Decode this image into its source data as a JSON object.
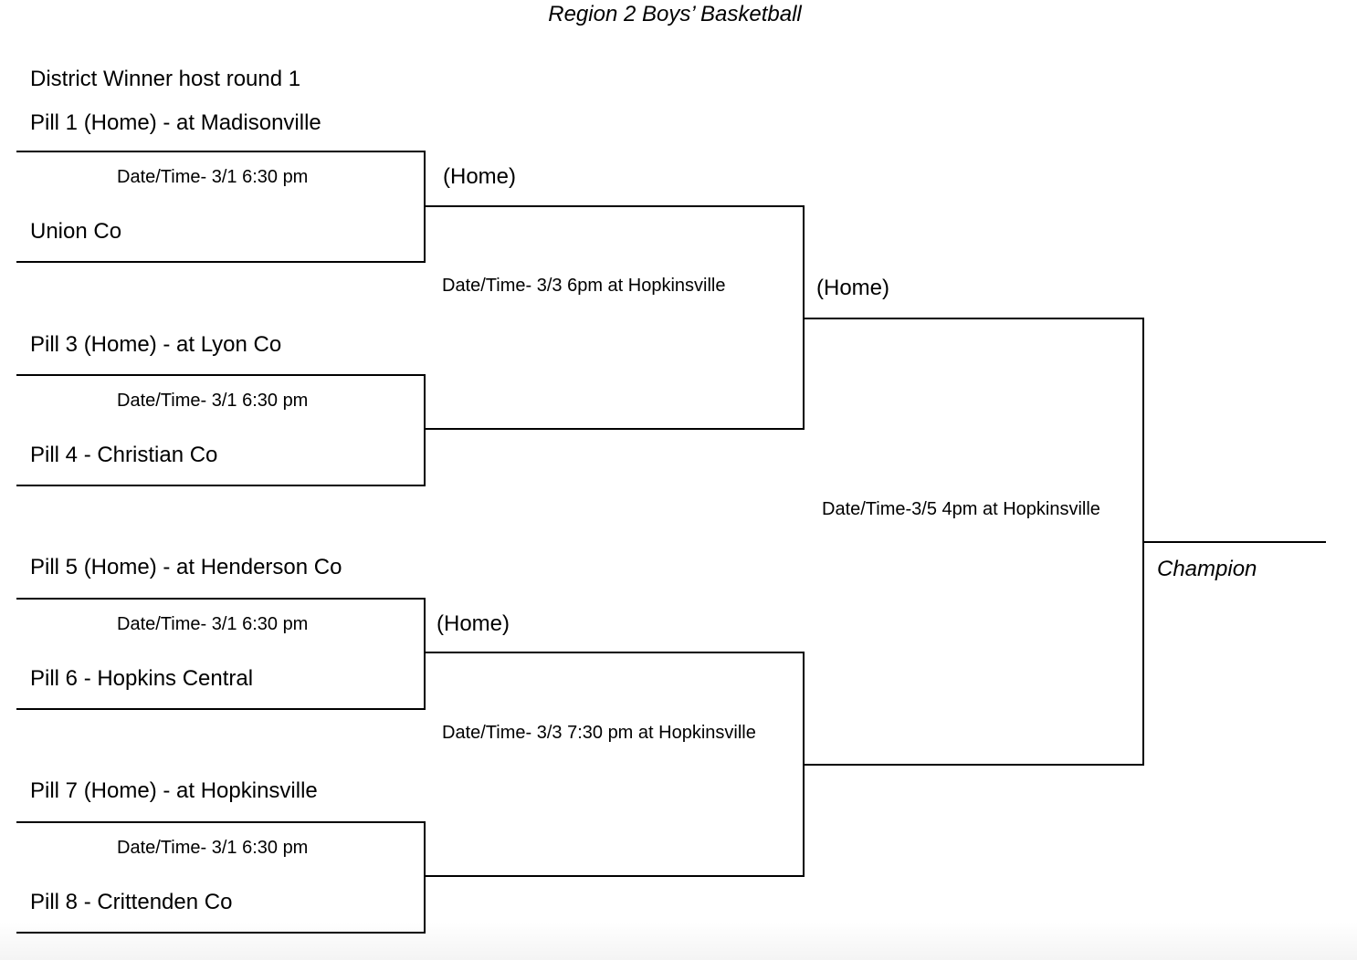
{
  "title": "Region 2 Boys’ Basketball",
  "heading": "District Winner host round 1",
  "round1": [
    {
      "home": "Pill 1 (Home) - at Madisonville",
      "datetime": "Date/Time- 3/1 6:30 pm",
      "away": "Union Co"
    },
    {
      "home": "Pill 3 (Home) - at Lyon Co",
      "datetime": "Date/Time- 3/1 6:30 pm",
      "away": "Pill 4 - Christian Co"
    },
    {
      "home": "Pill 5 (Home) - at Henderson Co",
      "datetime": "Date/Time- 3/1 6:30 pm",
      "away": "Pill 6 - Hopkins Central"
    },
    {
      "home": "Pill 7 (Home) - at Hopkinsville",
      "datetime": "Date/Time- 3/1 6:30 pm",
      "away": "Pill 8 - Crittenden Co"
    }
  ],
  "semifinals": [
    {
      "home_label": "(Home)",
      "datetime": "Date/Time- 3/3 6pm at Hopkinsville"
    },
    {
      "home_label": "(Home)",
      "datetime": "Date/Time- 3/3 7:30 pm at Hopkinsville"
    }
  ],
  "final": {
    "home_label": "(Home)",
    "datetime": "Date/Time-3/5 4pm at Hopkinsville"
  },
  "champion_label": "Champion"
}
